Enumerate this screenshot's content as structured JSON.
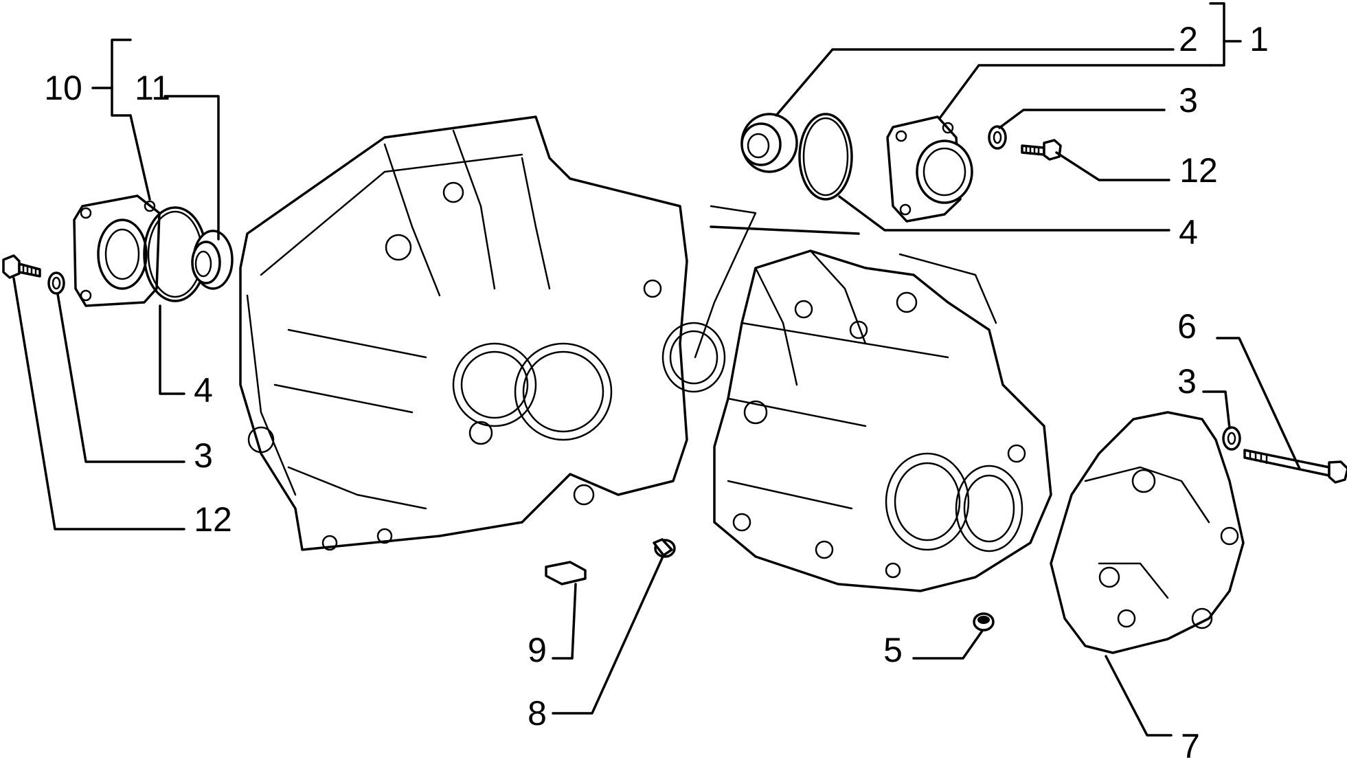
{
  "diagram": {
    "callouts": [
      {
        "id": "c1",
        "label": "1"
      },
      {
        "id": "c2",
        "label": "2"
      },
      {
        "id": "c3a",
        "label": "3"
      },
      {
        "id": "c12a",
        "label": "12"
      },
      {
        "id": "c4a",
        "label": "4"
      },
      {
        "id": "c10",
        "label": "10"
      },
      {
        "id": "c11",
        "label": "11"
      },
      {
        "id": "c4b",
        "label": "4"
      },
      {
        "id": "c3b",
        "label": "3"
      },
      {
        "id": "c12b",
        "label": "12"
      },
      {
        "id": "c6",
        "label": "6"
      },
      {
        "id": "c3c",
        "label": "3"
      },
      {
        "id": "c9",
        "label": "9"
      },
      {
        "id": "c8",
        "label": "8"
      },
      {
        "id": "c5",
        "label": "5"
      },
      {
        "id": "c7",
        "label": "7"
      }
    ]
  }
}
